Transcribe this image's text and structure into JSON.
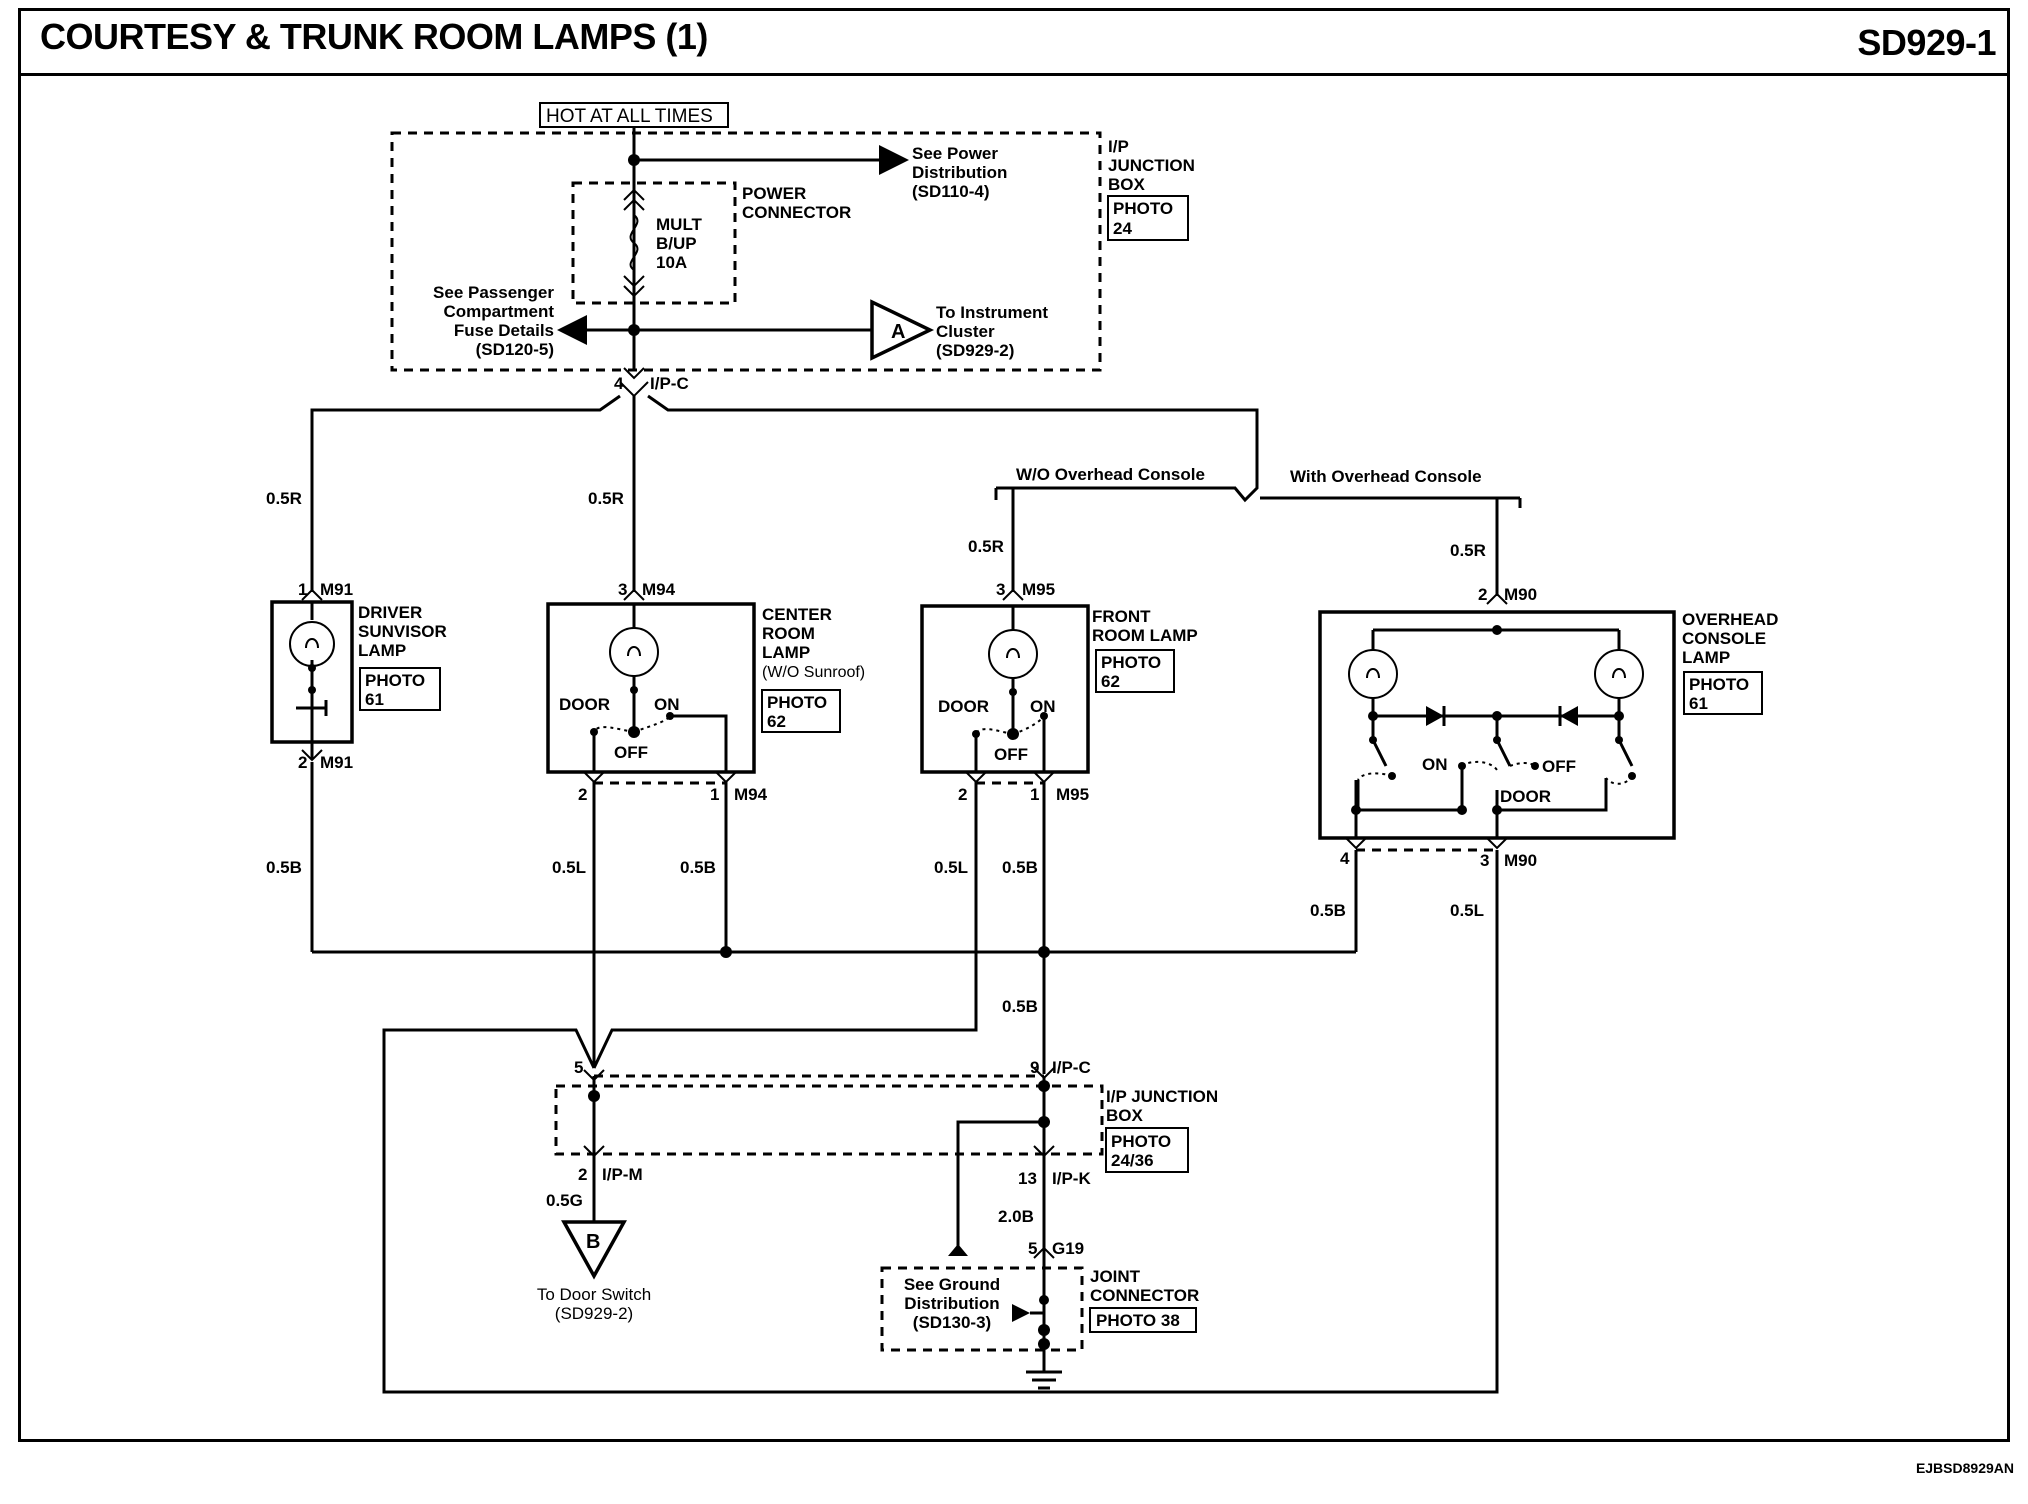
{
  "header": {
    "title": "COURTESY & TRUNK ROOM LAMPS (1)",
    "code": "SD929-1"
  },
  "footer_code": "EJBSD8929AN",
  "power": {
    "hot_label": "HOT AT ALL TIMES",
    "see_power": [
      "See Power",
      "Distribution",
      "(SD110-4)"
    ],
    "ip_junction": [
      "I/P",
      "JUNCTION",
      "BOX"
    ],
    "ip_photo": [
      "PHOTO",
      "24"
    ],
    "power_connector": [
      "POWER",
      "CONNECTOR"
    ],
    "fuse": [
      "MULT",
      "B/UP",
      "10A"
    ],
    "see_passenger": [
      "See Passenger",
      "Compartment",
      "Fuse Details",
      "(SD120-5)"
    ],
    "to_instrument": [
      "To Instrument",
      "Cluster",
      "(SD929-2)"
    ],
    "connector_a": "A",
    "ipc_pin": "4",
    "ipc_label": "I/P-C"
  },
  "branches": {
    "wo_overhead": "W/O Overhead Console",
    "with_overhead": "With Overhead Console"
  },
  "wires": {
    "r05": "0.5R",
    "b05": "0.5B",
    "l05": "0.5L",
    "g05": "0.5G",
    "b20": "2.0B"
  },
  "driver_lamp": {
    "name": [
      "DRIVER",
      "SUNVISOR",
      "LAMP"
    ],
    "photo": [
      "PHOTO",
      "61"
    ],
    "pin_top": "1",
    "conn_top": "M91",
    "pin_bot": "2",
    "conn_bot": "M91"
  },
  "center_lamp": {
    "name": [
      "CENTER",
      "ROOM",
      "LAMP"
    ],
    "note": "(W/O Sunroof)",
    "photo": [
      "PHOTO",
      "62"
    ],
    "pin_top": "3",
    "conn_top": "M94",
    "pin_bl": "2",
    "pin_br": "1",
    "conn_bot": "M94",
    "door": "DOOR",
    "on": "ON",
    "off": "OFF"
  },
  "front_lamp": {
    "name": [
      "FRONT",
      "ROOM LAMP"
    ],
    "photo": [
      "PHOTO",
      "62"
    ],
    "pin_top": "3",
    "conn_top": "M95",
    "pin_bl": "2",
    "pin_br": "1",
    "conn_bot": "M95",
    "door": "DOOR",
    "on": "ON",
    "off": "OFF"
  },
  "overhead_lamp": {
    "name": [
      "OVERHEAD",
      "CONSOLE",
      "LAMP"
    ],
    "photo": [
      "PHOTO",
      "61"
    ],
    "pin_top": "2",
    "conn_top": "M90",
    "pin_bl": "4",
    "pin_br": "3",
    "conn_bot": "M90",
    "door": "DOOR",
    "on": "ON",
    "off": "OFF"
  },
  "lower_junction": {
    "pin5": "5",
    "pin9": "9",
    "ipc": "I/P-C",
    "name": [
      "I/P JUNCTION",
      "BOX"
    ],
    "photo": [
      "PHOTO",
      "24/36"
    ],
    "pin2": "2",
    "ipm": "I/P-M",
    "pin13": "13",
    "ipk": "I/P-K"
  },
  "door_switch": {
    "connector": "B",
    "label": [
      "To Door Switch",
      "(SD929-2)"
    ]
  },
  "joint": {
    "pin": "5",
    "conn": "G19",
    "name": [
      "JOINT",
      "CONNECTOR"
    ],
    "photo": "PHOTO 38",
    "see_ground": [
      "See Ground",
      "Distribution",
      "(SD130-3)"
    ]
  }
}
